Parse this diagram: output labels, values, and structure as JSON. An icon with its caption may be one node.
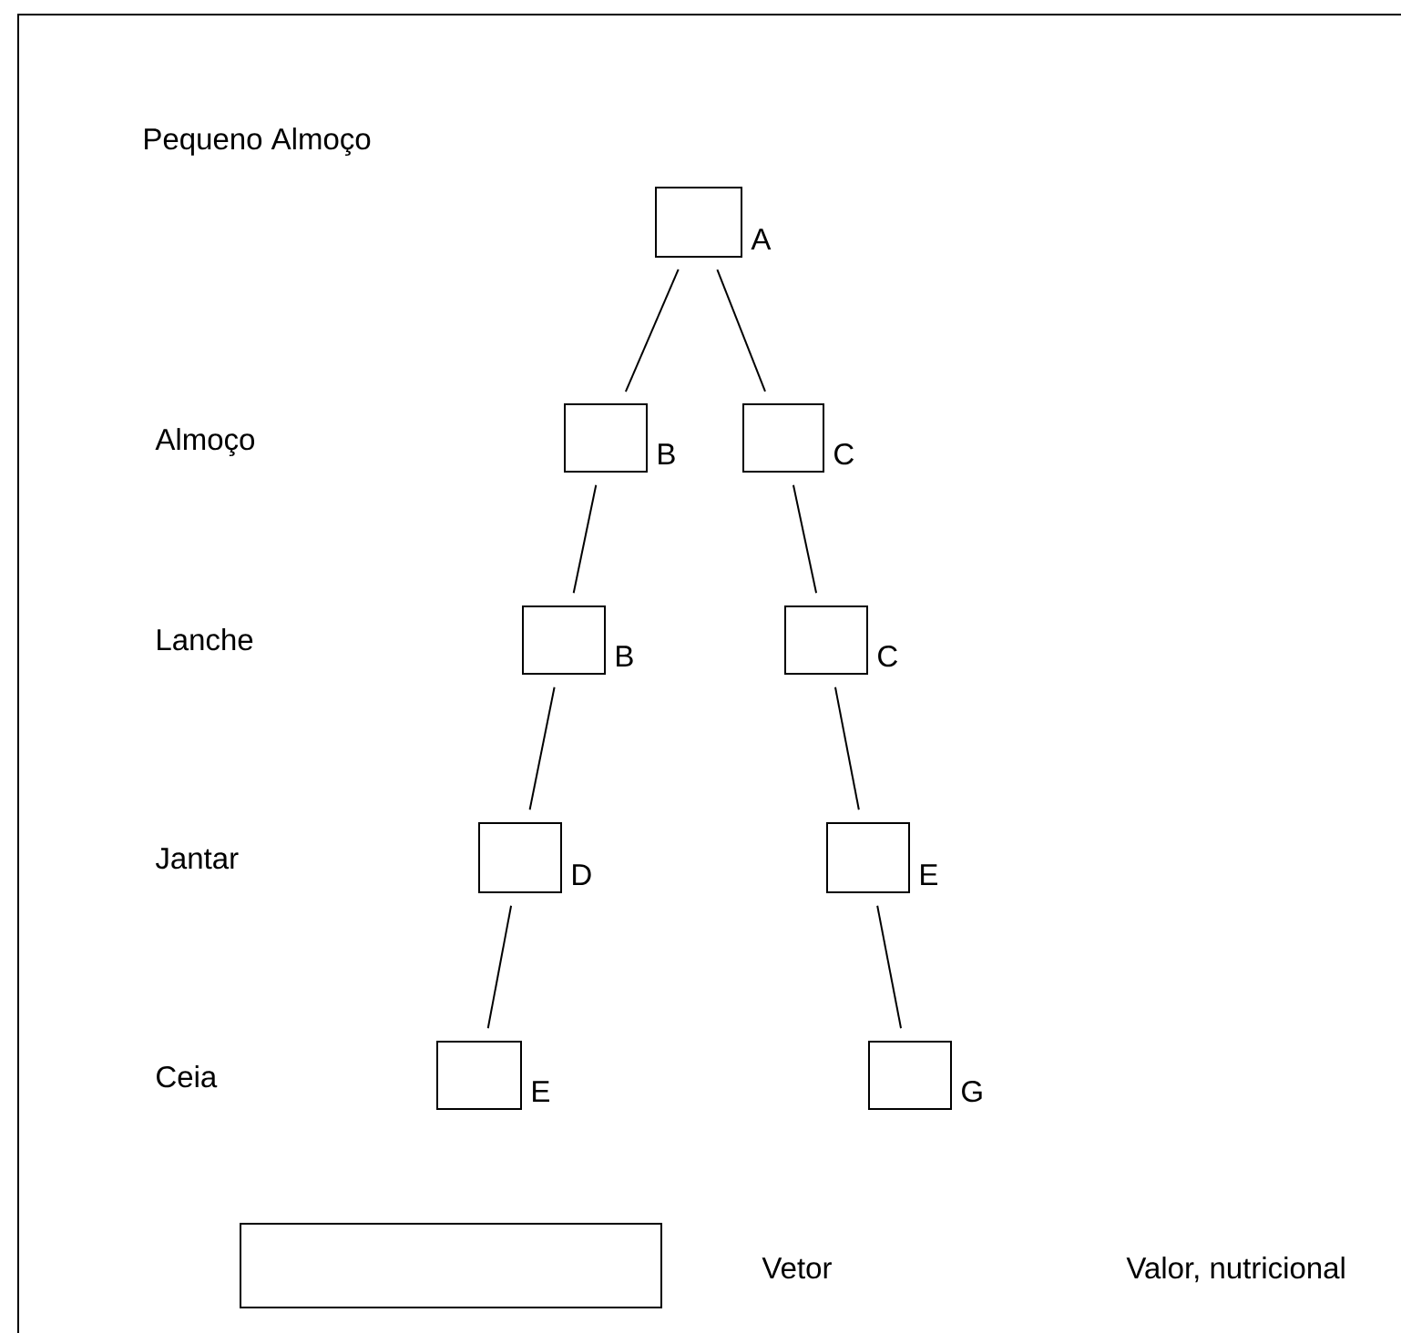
{
  "diagram": {
    "nodes": [
      {
        "text": [],
        "shape": "box",
        "beside": [
          "A"
        ]
      },
      {
        "text": [],
        "shape": "box",
        "beside": [
          "B"
        ]
      },
      {
        "text": [],
        "shape": "box",
        "beside": [
          "C"
        ]
      },
      {
        "text": [],
        "shape": "box",
        "beside": [
          "B"
        ]
      },
      {
        "text": [],
        "shape": "box",
        "beside": [
          "C"
        ]
      },
      {
        "text": [],
        "shape": "box",
        "beside": [
          "D"
        ]
      },
      {
        "text": [],
        "shape": "box",
        "beside": [
          "E"
        ]
      },
      {
        "text": [],
        "shape": "box",
        "beside": [
          "E"
        ]
      },
      {
        "text": [],
        "shape": "box",
        "beside": [
          "G"
        ]
      },
      {
        "text": [],
        "shape": "box",
        "beside": [
          "Vetor"
        ]
      }
    ],
    "edges": [
      {
        "from": 0,
        "to": 1,
        "arrow": "none"
      },
      {
        "from": 0,
        "to": 2,
        "arrow": "none"
      },
      {
        "from": 1,
        "to": 3,
        "arrow": "none"
      },
      {
        "from": 2,
        "to": 4,
        "arrow": "none"
      },
      {
        "from": 3,
        "to": 5,
        "arrow": "none"
      },
      {
        "from": 4,
        "to": 6,
        "arrow": "none"
      },
      {
        "from": 5,
        "to": 7,
        "arrow": "none"
      },
      {
        "from": 6,
        "to": 8,
        "arrow": "none"
      }
    ],
    "labels": [
      "Pequeno Almoço",
      "Almoço",
      "Lanche",
      "Jantar",
      "Ceia",
      "Valor, nutricional"
    ]
  }
}
